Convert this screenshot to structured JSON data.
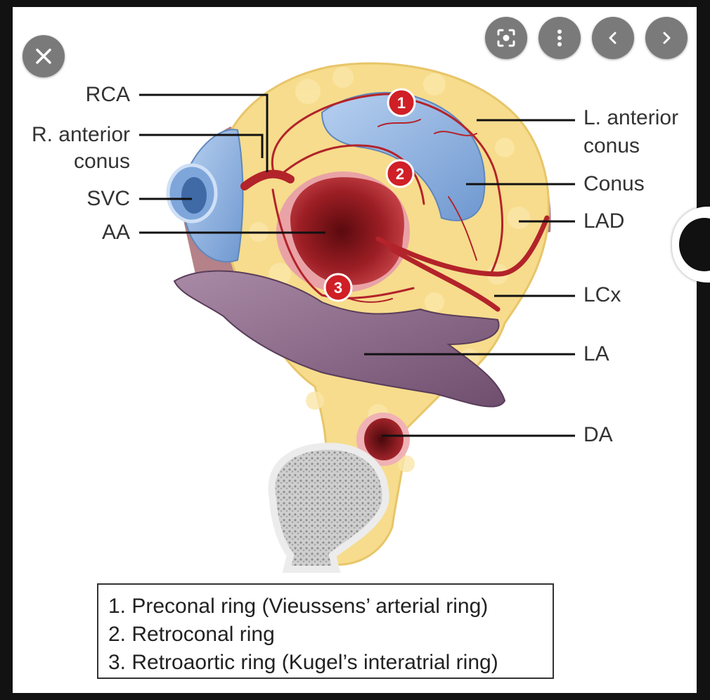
{
  "toolbar": {
    "close_icon": "close-icon",
    "lens_icon": "visual-search-icon",
    "more_icon": "more-vertical-icon",
    "prev_icon": "chevron-left-icon",
    "next_icon": "chevron-right-icon"
  },
  "figure": {
    "labels_left": {
      "rca": "RCA",
      "r_anterior_conus_1": "R. anterior",
      "r_anterior_conus_2": "conus",
      "svc": "SVC",
      "aa": "AA"
    },
    "labels_right": {
      "l_anterior_conus_1": "L. anterior",
      "l_anterior_conus_2": "conus",
      "conus": "Conus",
      "lad": "LAD",
      "lcx": "LCx",
      "la": "LA",
      "da": "DA"
    },
    "markers": [
      "1",
      "2",
      "3"
    ],
    "legend": [
      "1. Preconal ring (Vieussens’ arterial ring)",
      "2. Retroconal ring",
      "3. Retroaortic ring (Kugel’s interatrial ring)"
    ]
  },
  "colors": {
    "fat": "#f6dc8c",
    "conus_blue": "#8fb4e2",
    "artery_red": "#b3232a",
    "atrium_purple": "#8e6a8c",
    "marker_red": "#d01f26",
    "button_gray": "#7a7a7a"
  }
}
